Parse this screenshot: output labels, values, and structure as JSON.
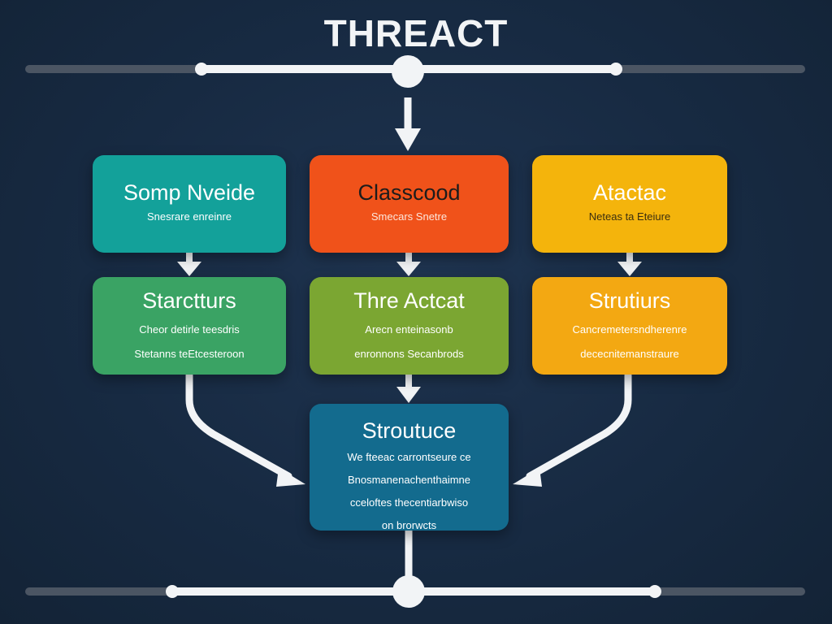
{
  "title": "THREACT",
  "colors": {
    "background": "#172a42",
    "connector": "#f2f4f6",
    "rail": "#555c66",
    "teal": "#13a19a",
    "orange": "#f0521a",
    "yellow": "#f4b40c",
    "green": "#3aa364",
    "olive": "#7ba632",
    "amber": "#f3a812",
    "blue": "#136b8e"
  },
  "nodes": {
    "somp": {
      "heading": "Somp Nveide",
      "sub": [
        "Snesrare enreinre"
      ]
    },
    "class": {
      "heading": "Classcood",
      "sub": [
        "Smecars Snetre"
      ]
    },
    "atac": {
      "heading": "Atactac",
      "sub": [
        "Neteas ta Eteiure"
      ]
    },
    "struc1": {
      "heading": "Starctturs",
      "sub": [
        "Cheor detirle teesdris",
        "Stetanns teEtcesteroon"
      ]
    },
    "three": {
      "heading": "Thre Actcat",
      "sub": [
        "Arecn enteinasonb",
        "enronnons Secanbrods"
      ]
    },
    "strut": {
      "heading": "Strutiurs",
      "sub": [
        "Cancremetersndherenre",
        "dececnitemanstraure"
      ]
    },
    "strout": {
      "heading": "Stroutuce",
      "sub": [
        "We fteeac carrontseure ce",
        "Bnosmanenachenthaimne",
        "cceloftes thecentiarbwiso",
        "on brorwcts"
      ]
    }
  }
}
